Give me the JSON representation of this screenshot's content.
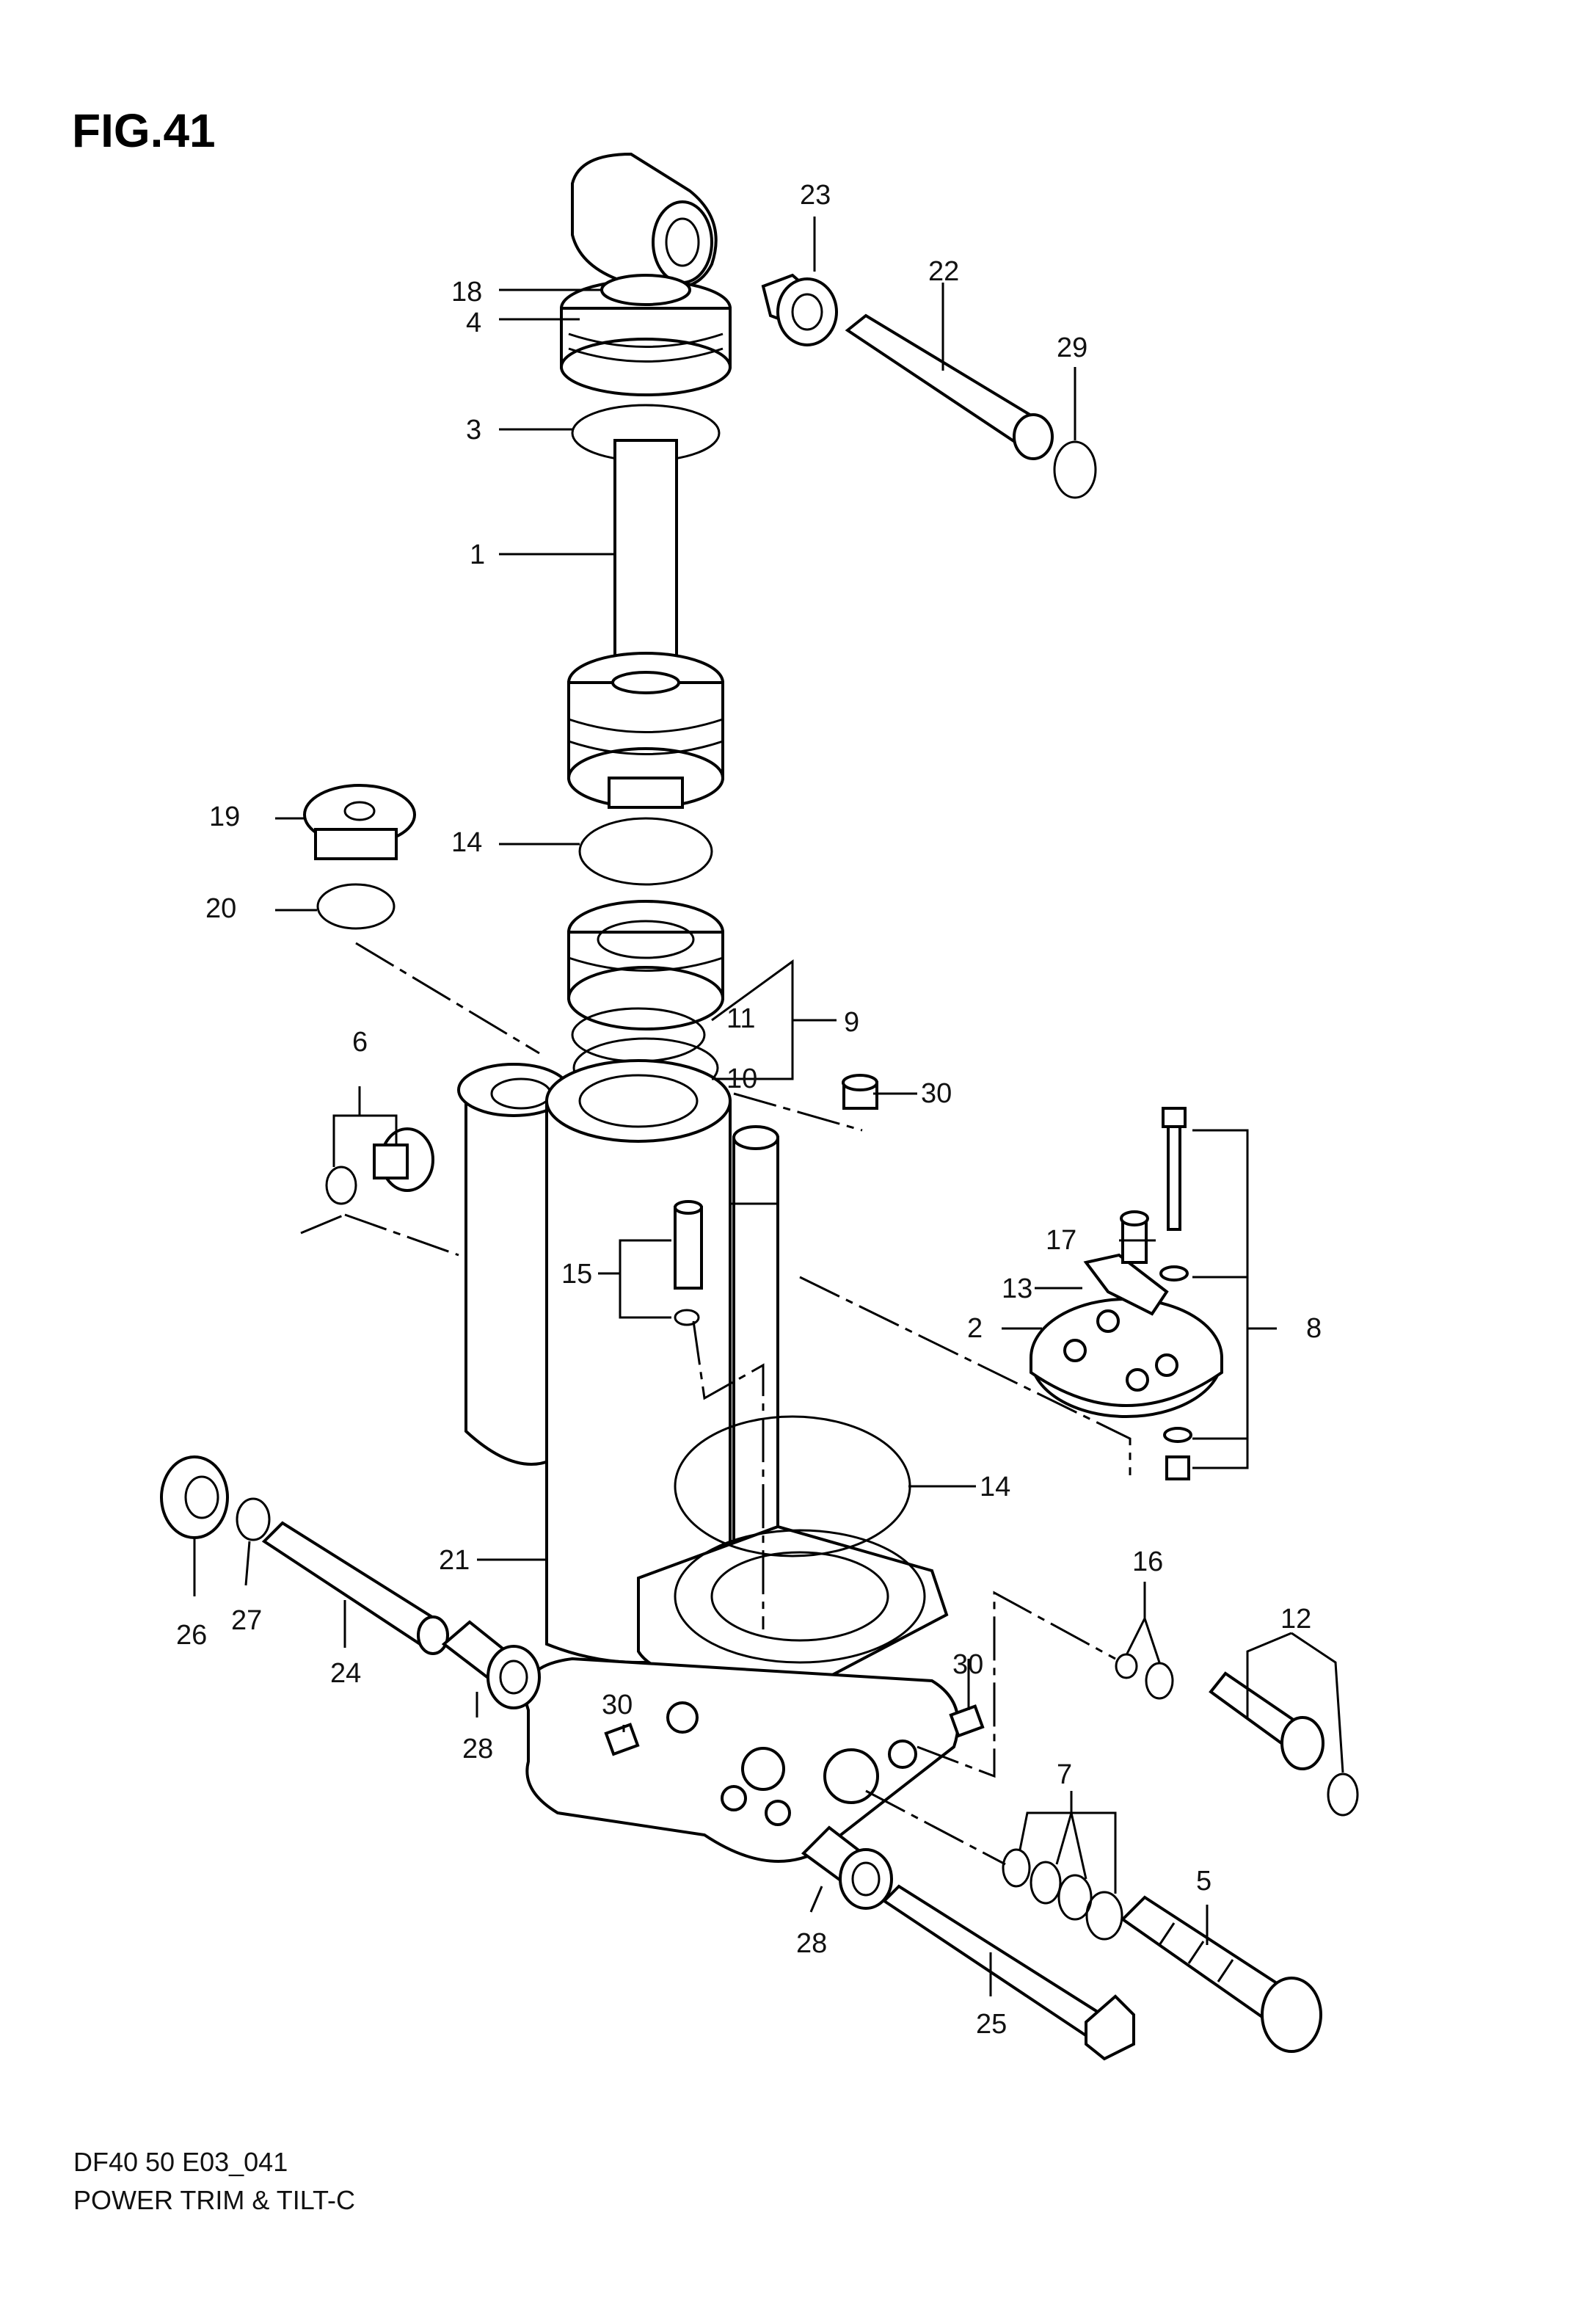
{
  "figure": {
    "title": "FIG.41"
  },
  "footer": {
    "code": "DF40 50 E03_041",
    "caption": "POWER TRIM & TILT-C"
  },
  "callouts": {
    "c1": "1",
    "c2": "2",
    "c3": "3",
    "c4": "4",
    "c5": "5",
    "c6": "6",
    "c7": "7",
    "c8": "8",
    "c9": "9",
    "c10": "10",
    "c11": "11",
    "c12": "12",
    "c13": "13",
    "c14a": "14",
    "c14b": "14",
    "c15": "15",
    "c16": "16",
    "c17": "17",
    "c18": "18",
    "c19": "19",
    "c20": "20",
    "c21": "21",
    "c22": "22",
    "c23": "23",
    "c24": "24",
    "c25": "25",
    "c26": "26",
    "c27": "27",
    "c28a": "28",
    "c28b": "28",
    "c29": "29",
    "c30a": "30",
    "c30b": "30",
    "c30c": "30"
  }
}
